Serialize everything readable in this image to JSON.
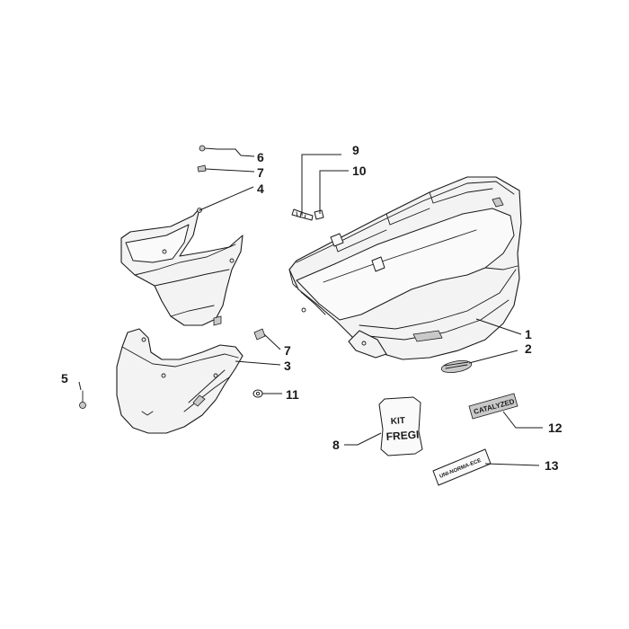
{
  "callouts": {
    "c1": "1",
    "c2": "2",
    "c3": "3",
    "c4": "4",
    "c5": "5",
    "c6": "6",
    "c7a": "7",
    "c7b": "7",
    "c8": "8",
    "c9": "9",
    "c10": "10",
    "c11": "11",
    "c12": "12",
    "c13": "13"
  },
  "labels": {
    "kit_line1": "KIT",
    "kit_line2": "FREGI",
    "catalyzed": "CATALYZED",
    "small_sticker": "UNI-NORMA-ECE"
  }
}
